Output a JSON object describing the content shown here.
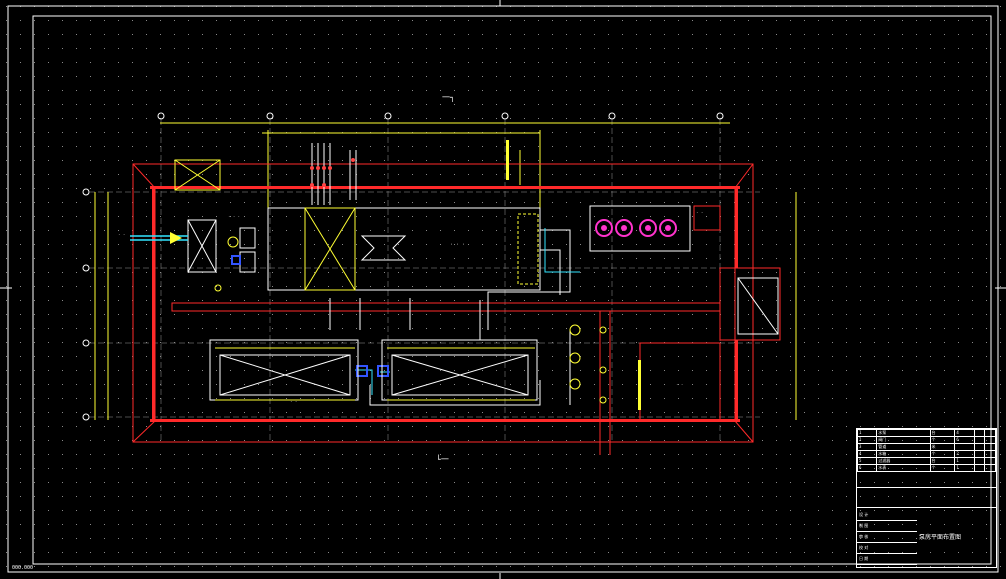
{
  "drawing": {
    "background": "#000000",
    "colors": {
      "frame": "#ffffff",
      "grid_dot": "#8a8a8a",
      "wall": "#ff2a2a",
      "dimension": "#ffff33",
      "pipe_cyan": "#33e6ff",
      "pipe_white": "#ffffff",
      "pump": "#ff33cc",
      "blue": "#3355ff"
    },
    "section_mark_top": "一┐",
    "section_mark_bottom": "└一",
    "corner_tag": "000.000"
  },
  "title_block": {
    "parts_rows": [
      [
        "1",
        "水泵",
        "台",
        "4",
        "",
        ""
      ],
      [
        "2",
        "阀门",
        "个",
        "6",
        "",
        ""
      ],
      [
        "3",
        "管道",
        "米",
        "",
        "",
        ""
      ],
      [
        "4",
        "水箱",
        "个",
        "2",
        "",
        ""
      ],
      [
        "5",
        "过滤器",
        "台",
        "1",
        "",
        ""
      ],
      [
        "6",
        "水表",
        "个",
        "1",
        "",
        ""
      ]
    ],
    "sign_rows": [
      "设 计",
      "制 图",
      "审 核",
      "校 对",
      "日 期"
    ],
    "drawing_title": "泵房平面布置图"
  }
}
